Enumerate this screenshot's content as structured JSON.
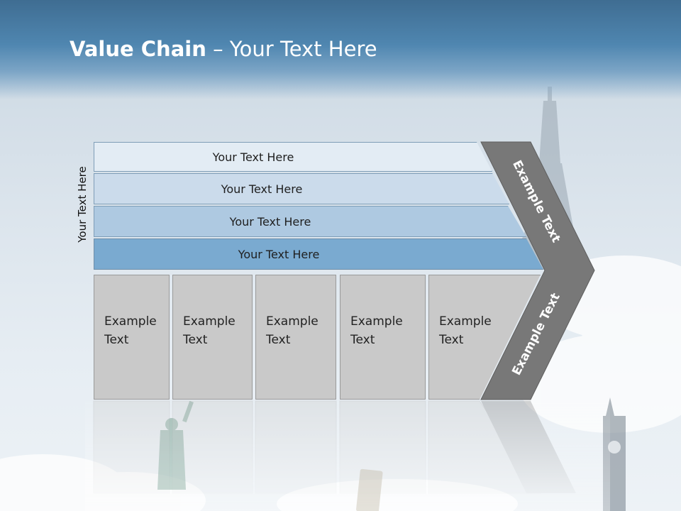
{
  "title": {
    "bold": "Value Chain",
    "rest": " – Your Text Here"
  },
  "side_label": "Your Text Here",
  "bands": [
    {
      "label": "Your Text Here"
    },
    {
      "label": "Your Text Here"
    },
    {
      "label": "Your Text Here"
    },
    {
      "label": "Your Text Here"
    }
  ],
  "boxes": [
    {
      "line1": "Example",
      "line2": "Text"
    },
    {
      "line1": "Example",
      "line2": "Text"
    },
    {
      "line1": "Example",
      "line2": "Text"
    },
    {
      "line1": "Example",
      "line2": "Text"
    },
    {
      "line1": "Example",
      "line2": "Text"
    }
  ],
  "chevron": {
    "upper": "Example Text",
    "lower": "Example Text"
  },
  "colors": {
    "header": "#4f86b0",
    "band_light": "#e3ecf4",
    "band_mid": "#cbdbeb",
    "band_mid2": "#aec9e1",
    "band_dark": "#7aaad0",
    "box": "#c9c9c9",
    "chevron": "#787878"
  }
}
